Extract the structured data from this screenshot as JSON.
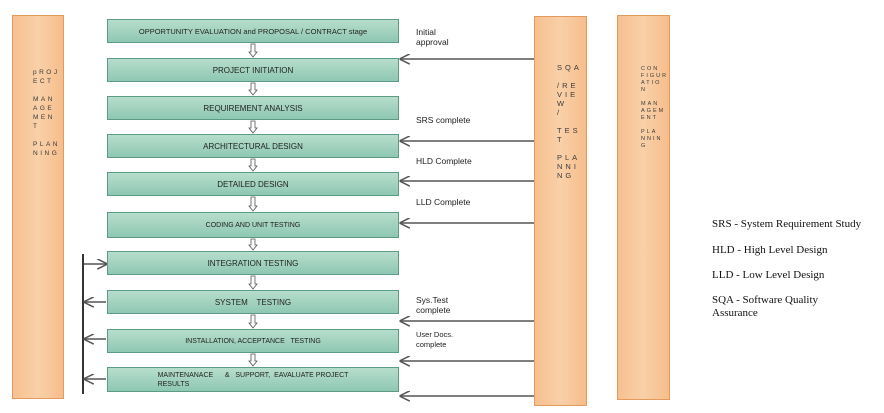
{
  "columns": {
    "left": "pROJ\nECT\n\nMAN\nAGE\nMEN\nT\n\nPLAN\nNING",
    "sqa": "SQA\n\n/RE\nVIE\nW\n/\n\nTES\nT\n\nPLA\nNNI\nNG",
    "config": "CON\nFIGUR\nATIO\nN\n\nMAN\nAGEM\nENT\n\nPLA\nNNIN\nG"
  },
  "stages": [
    "OPPORTUNITY EVALUATION and PROPOSAL / CONTRACT stage",
    "PROJECT INITIATION",
    "REQUIREMENT  ANALYSIS",
    "ARCHITECTURAL DESIGN",
    "DETAILED  DESIGN",
    "CODING AND UNIT TESTING",
    "INTEGRATION TESTING",
    "SYSTEM    TESTING",
    "INSTALLATION, ACCEPTANCE   TESTING",
    "MAINTENANACE      &   SUPPORT,  EAVALUATE PROJECT\nRESULTS"
  ],
  "notes": [
    "Initial\napproval",
    "SRS complete",
    "HLD Complete",
    "LLD Complete",
    "Sys.Test\ncomplete",
    "User Docs.\ncomplete"
  ],
  "legend": [
    "SRS - System Requirement Study",
    "HLD - High Level Design",
    "LLD -  Low  Level Design",
    "SQA - Software Quality\nAssurance"
  ]
}
